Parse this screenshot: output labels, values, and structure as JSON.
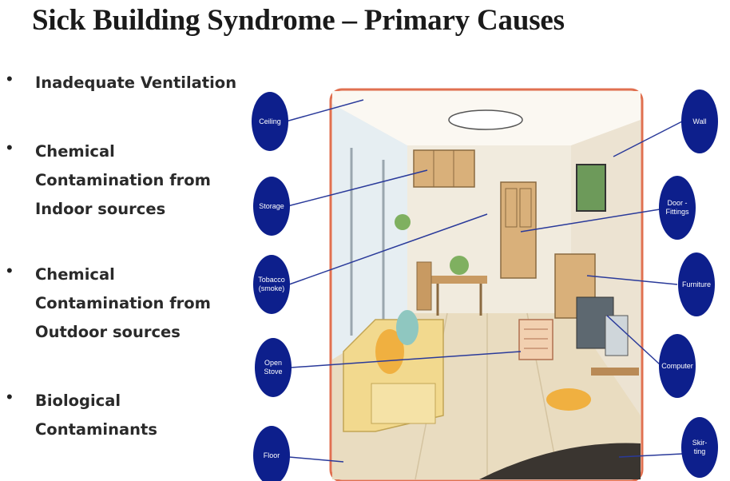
{
  "title": "Sick Building Syndrome – Primary Causes",
  "bullets": [
    {
      "text": "Inadequate Ventilation"
    },
    {
      "text": "Chemical\nContamination from\nIndoor sources"
    },
    {
      "text": "Chemical\nContamination from\nOutdoor sources"
    },
    {
      "text": "Biological\nContaminants"
    }
  ],
  "bullet_glyph": "•",
  "callouts": {
    "left": [
      {
        "lines": [
          "Ceiling"
        ]
      },
      {
        "lines": [
          "Storage"
        ]
      },
      {
        "lines": [
          "Tobacco",
          "(smoke)"
        ]
      },
      {
        "lines": [
          "Open",
          "Stove"
        ]
      },
      {
        "lines": [
          "Floor"
        ]
      }
    ],
    "right": [
      {
        "lines": [
          "Wall"
        ]
      },
      {
        "lines": [
          "Door -",
          "Fittings"
        ]
      },
      {
        "lines": [
          "Furniture"
        ]
      },
      {
        "lines": [
          "Computer"
        ]
      },
      {
        "lines": [
          "Skir-",
          "ting"
        ]
      }
    ]
  },
  "colors": {
    "callout_fill": "#0d1f8c",
    "leader_line": "#2a3a9a",
    "frame_border": "#e07050",
    "wall": "#f4efe6",
    "floor": "#e9dcc0",
    "sofa": "#f2d98e",
    "wood": "#d9b07a"
  }
}
